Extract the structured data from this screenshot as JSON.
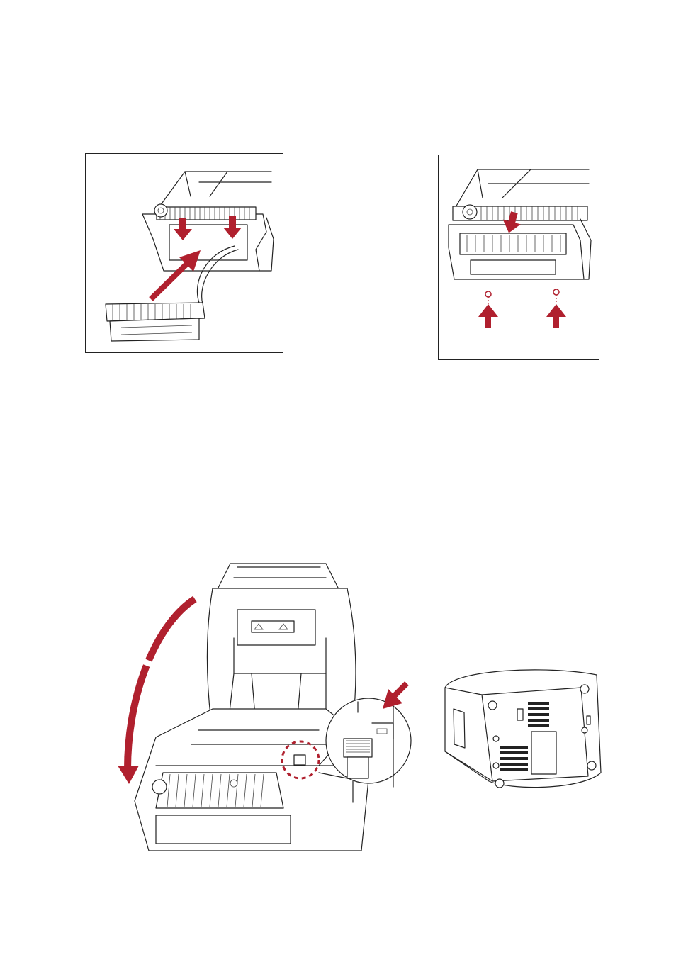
{
  "colors": {
    "accent": "#b0202e",
    "line": "#222222"
  },
  "figures": [
    {
      "id": "printhead-connect",
      "icons": [
        "down-arrow-icon",
        "down-arrow-icon",
        "insert-arrow-icon"
      ]
    },
    {
      "id": "printhead-screws",
      "icons": [
        "up-arrow-icon",
        "up-arrow-icon",
        "down-arrow-icon"
      ]
    },
    {
      "id": "printer-open-close",
      "icons": [
        "curved-close-arrow-icon",
        "press-arrow-icon",
        "zoom-callout-icon"
      ]
    },
    {
      "id": "printer-bottom-view",
      "icons": []
    }
  ]
}
